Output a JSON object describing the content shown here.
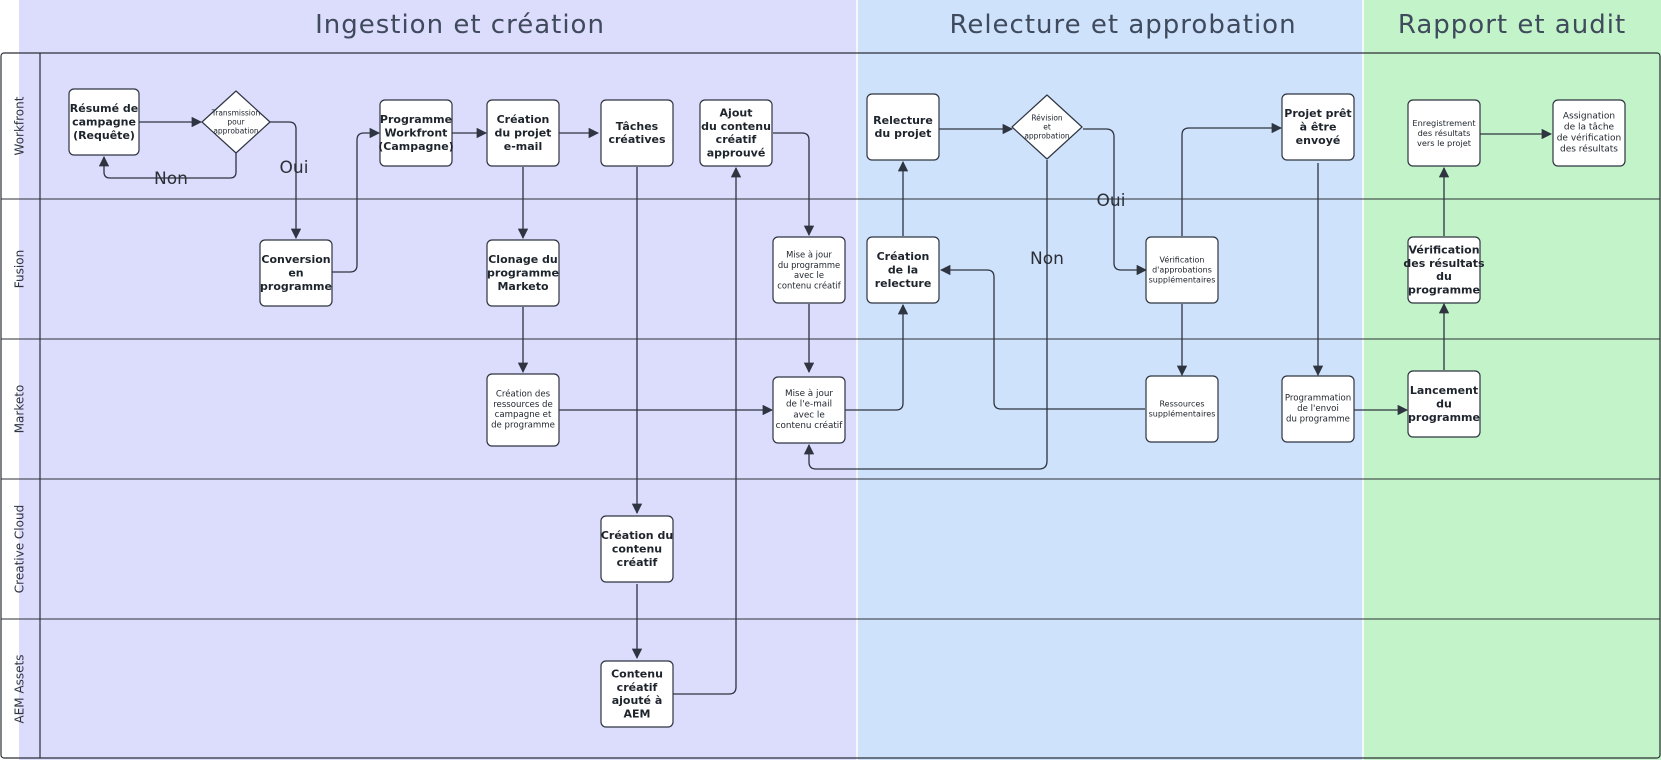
{
  "phases": [
    {
      "id": "p1",
      "title": "Ingestion et création",
      "color": "#dcdcfc"
    },
    {
      "id": "p2",
      "title": "Relecture et approbation",
      "color": "#cfe2fc"
    },
    {
      "id": "p3",
      "title": "Rapport et audit",
      "color": "#c3f3c8"
    }
  ],
  "lanes": [
    {
      "id": "workfront",
      "label": "Workfront"
    },
    {
      "id": "fusion",
      "label": "Fusion"
    },
    {
      "id": "marketo",
      "label": "Marketo"
    },
    {
      "id": "creative_cloud",
      "label": "Creative Cloud"
    },
    {
      "id": "aem_assets",
      "label": "AEM Assets"
    }
  ],
  "nodes": [
    {
      "id": "n1",
      "kind": "process",
      "lines": [
        "Résumé de",
        "campagne",
        "(Requête)"
      ]
    },
    {
      "id": "n2",
      "kind": "decision",
      "lines": [
        "Transmission",
        "pour",
        "approbation"
      ]
    },
    {
      "id": "n3",
      "kind": "process",
      "lines": [
        "Programme",
        "Workfront",
        "(Campagne)"
      ]
    },
    {
      "id": "n4",
      "kind": "process",
      "lines": [
        "Création",
        "du projet",
        "e-mail"
      ]
    },
    {
      "id": "n5",
      "kind": "process",
      "lines": [
        "Tâches",
        "créatives"
      ]
    },
    {
      "id": "n6",
      "kind": "process",
      "lines": [
        "Ajout",
        "du contenu",
        "créatif",
        "approuvé"
      ]
    },
    {
      "id": "n7",
      "kind": "process",
      "lines": [
        "Relecture",
        "du projet"
      ]
    },
    {
      "id": "n8",
      "kind": "decision",
      "lines": [
        "Révision",
        "et",
        "approbation"
      ]
    },
    {
      "id": "n9",
      "kind": "process",
      "lines": [
        "Projet prêt",
        "à être",
        "envoyé"
      ]
    },
    {
      "id": "n10",
      "kind": "process",
      "lines": [
        "Enregistrement",
        "des résultats",
        "vers le projet"
      ]
    },
    {
      "id": "n11",
      "kind": "process",
      "lines": [
        "Assignation",
        "de la tâche",
        "de vérification",
        "des résultats"
      ]
    },
    {
      "id": "n12",
      "kind": "process",
      "lines": [
        "Conversion",
        "en",
        "programme"
      ]
    },
    {
      "id": "n13",
      "kind": "process",
      "lines": [
        "Clonage du",
        "programme",
        "Marketo"
      ]
    },
    {
      "id": "n14",
      "kind": "process",
      "lines": [
        "Mise à jour",
        "du programme",
        "avec le",
        "contenu créatif"
      ]
    },
    {
      "id": "n15",
      "kind": "process",
      "lines": [
        "Création",
        "de la",
        "relecture"
      ]
    },
    {
      "id": "n16",
      "kind": "process",
      "lines": [
        "Vérification",
        "d'approbations",
        "supplémentaires"
      ]
    },
    {
      "id": "n17",
      "kind": "process",
      "lines": [
        "Vérification",
        "des résultats",
        "du",
        "programme"
      ]
    },
    {
      "id": "n18",
      "kind": "process",
      "lines": [
        "Création des",
        "ressources de",
        "campagne et",
        "de programme"
      ]
    },
    {
      "id": "n19",
      "kind": "process",
      "lines": [
        "Mise à jour",
        "de l'e-mail",
        "avec le",
        "contenu créatif"
      ]
    },
    {
      "id": "n20",
      "kind": "process",
      "lines": [
        "Ressources",
        "supplémentaires"
      ]
    },
    {
      "id": "n21",
      "kind": "process",
      "lines": [
        "Programmation",
        "de l'envoi",
        "du programme"
      ]
    },
    {
      "id": "n22",
      "kind": "process",
      "lines": [
        "Lancement",
        "du",
        "programme"
      ]
    },
    {
      "id": "n23",
      "kind": "process",
      "lines": [
        "Création du",
        "contenu",
        "créatif"
      ]
    },
    {
      "id": "n24",
      "kind": "process",
      "lines": [
        "Contenu",
        "créatif",
        "ajouté à",
        "AEM"
      ]
    }
  ],
  "edge_labels": [
    {
      "id": "e_non1",
      "text": "Non"
    },
    {
      "id": "e_oui1",
      "text": "Oui"
    },
    {
      "id": "e_oui2",
      "text": "Oui"
    },
    {
      "id": "e_non2",
      "text": "Non"
    }
  ]
}
